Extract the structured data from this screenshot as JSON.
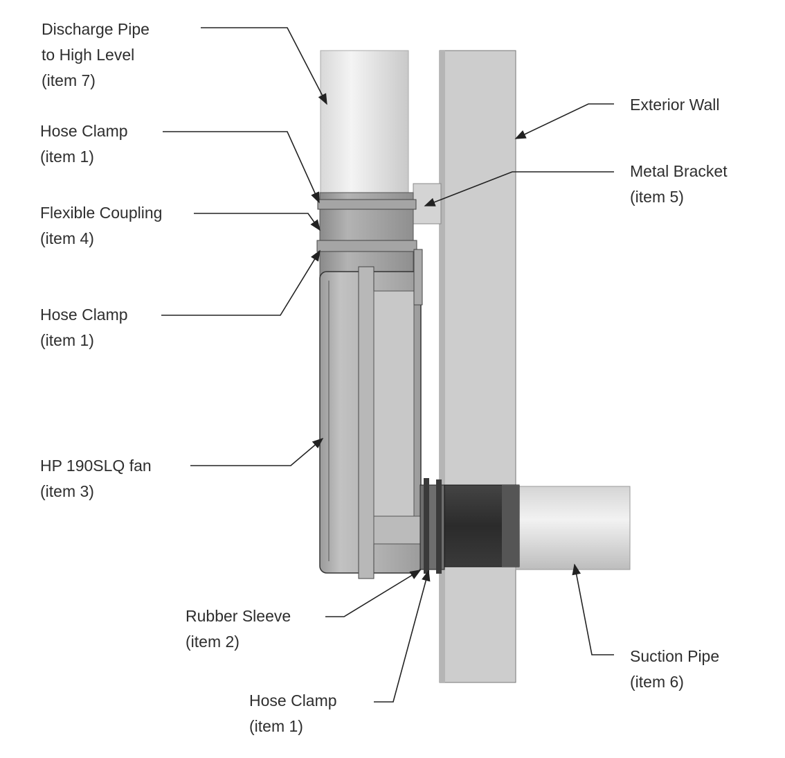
{
  "labels": {
    "discharge_pipe": {
      "lines": [
        "Discharge Pipe",
        "to High Level",
        "(item 7)"
      ]
    },
    "hose_clamp_top": {
      "lines": [
        "Hose Clamp",
        "(item 1)"
      ]
    },
    "flexible_coupling": {
      "lines": [
        "Flexible Coupling",
        "(item 4)"
      ]
    },
    "hose_clamp_mid": {
      "lines": [
        "Hose Clamp",
        "(item 1)"
      ]
    },
    "fan": {
      "lines": [
        "HP 190SLQ fan",
        "(item 3)"
      ]
    },
    "rubber_sleeve": {
      "lines": [
        "Rubber Sleeve",
        "(item 2)"
      ]
    },
    "hose_clamp_bottom": {
      "lines": [
        "Hose Clamp",
        "(item 1)"
      ]
    },
    "exterior_wall": {
      "lines": [
        "Exterior Wall"
      ]
    },
    "metal_bracket": {
      "lines": [
        "Metal Bracket",
        "(item 5)"
      ]
    },
    "suction_pipe": {
      "lines": [
        "Suction Pipe",
        "(item 6)"
      ]
    }
  }
}
